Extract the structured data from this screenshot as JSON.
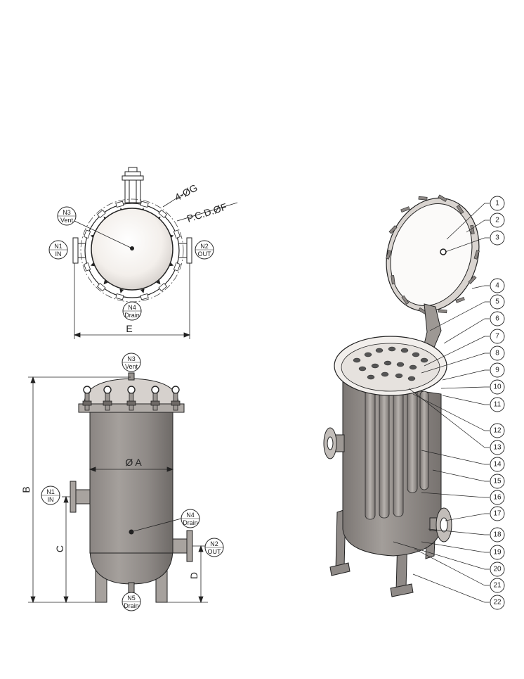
{
  "top_view": {
    "n1_tag": "N1",
    "n1_label": "IN",
    "n2_tag": "N2",
    "n2_label": "OUT",
    "n3_tag": "N3",
    "n3_label": "Vent",
    "n4_tag": "N4",
    "n4_label": "Drain",
    "bolt_holes": "4-ØG",
    "pcd": "P.C.D.ØF",
    "dim_e": "E"
  },
  "front_view": {
    "n1_tag": "N1",
    "n1_label": "IN",
    "n2_tag": "N2",
    "n2_label": "OUT",
    "n3_tag": "N3",
    "n3_label": "Vent",
    "n4_tag": "N4",
    "n4_label": "Drain",
    "n5_tag": "N5",
    "n5_label": "Drain",
    "dim_a": "Ø A",
    "dim_b": "B",
    "dim_c": "C",
    "dim_d": "D"
  },
  "iso_view": {
    "callouts": [
      "1",
      "2",
      "3",
      "4",
      "5",
      "6",
      "7",
      "8",
      "9",
      "10",
      "11",
      "12",
      "13",
      "14",
      "15",
      "16",
      "17",
      "18",
      "19",
      "20",
      "21",
      "22"
    ]
  },
  "colors": {
    "line": "#222222",
    "shell": "#8c8784",
    "shell_dark": "#6f6a67",
    "shell_light": "#b4afab",
    "lid_fill": "#f2eeeb"
  }
}
